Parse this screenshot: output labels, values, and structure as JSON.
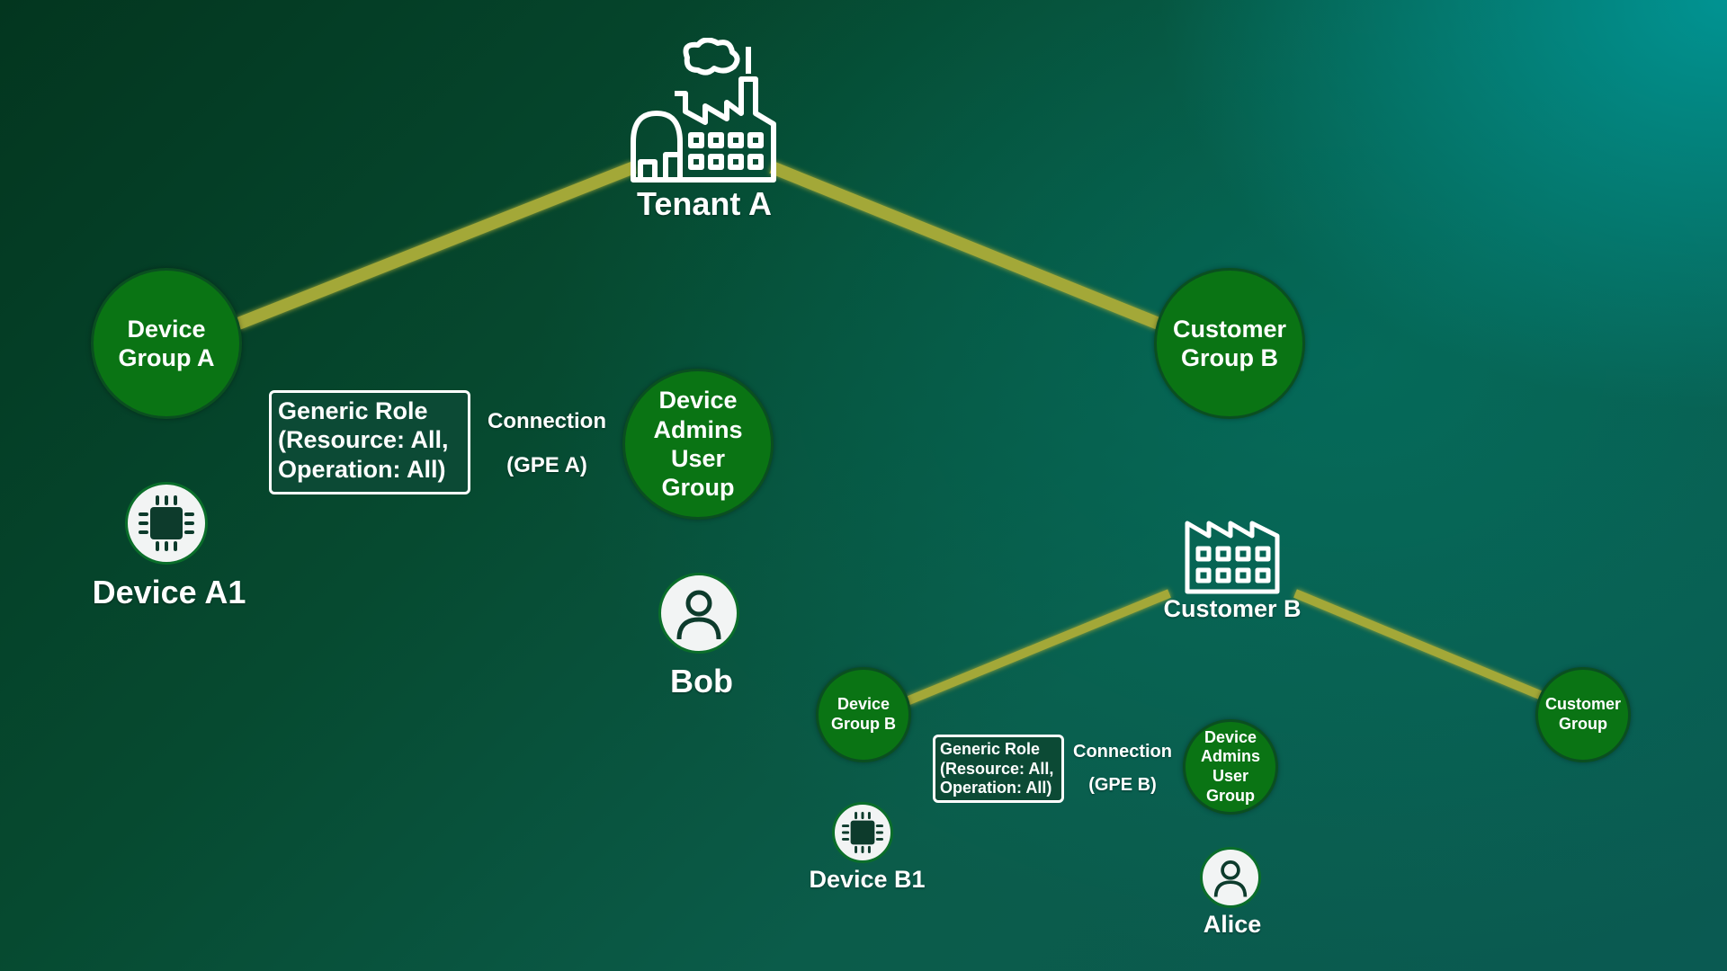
{
  "tenant": {
    "label": "Tenant A",
    "icon": "factory-icon"
  },
  "device_group_a": {
    "label": "Device\nGroup A"
  },
  "device_a1": {
    "label": "Device A1",
    "icon": "chip-icon"
  },
  "admins_group_a": {
    "label": "Device\nAdmins\nUser\nGroup"
  },
  "bob": {
    "label": "Bob",
    "icon": "user-icon"
  },
  "role_a": {
    "text": "Generic Role\n(Resource: All,\nOperation: All)"
  },
  "connection_a": {
    "label": "Connection",
    "sub": "(GPE A)"
  },
  "customer_group_b": {
    "label": "Customer\nGroup B"
  },
  "customer_b": {
    "label": "Customer B",
    "icon": "factory-icon"
  },
  "device_group_b": {
    "label": "Device\nGroup B"
  },
  "device_b1": {
    "label": "Device B1",
    "icon": "chip-icon"
  },
  "admins_group_b": {
    "label": "Device\nAdmins\nUser\nGroup"
  },
  "alice": {
    "label": "Alice",
    "icon": "user-icon"
  },
  "role_b": {
    "text": "Generic Role\n(Resource: All,\nOperation: All)"
  },
  "connection_b": {
    "label": "Connection",
    "sub": "(GPE B)"
  },
  "customer_group_right": {
    "label": "Customer\nGroup"
  },
  "colors": {
    "node_fill": "#0a7414",
    "link": "#a3a838",
    "role_box_fill": "#0c4a35"
  }
}
